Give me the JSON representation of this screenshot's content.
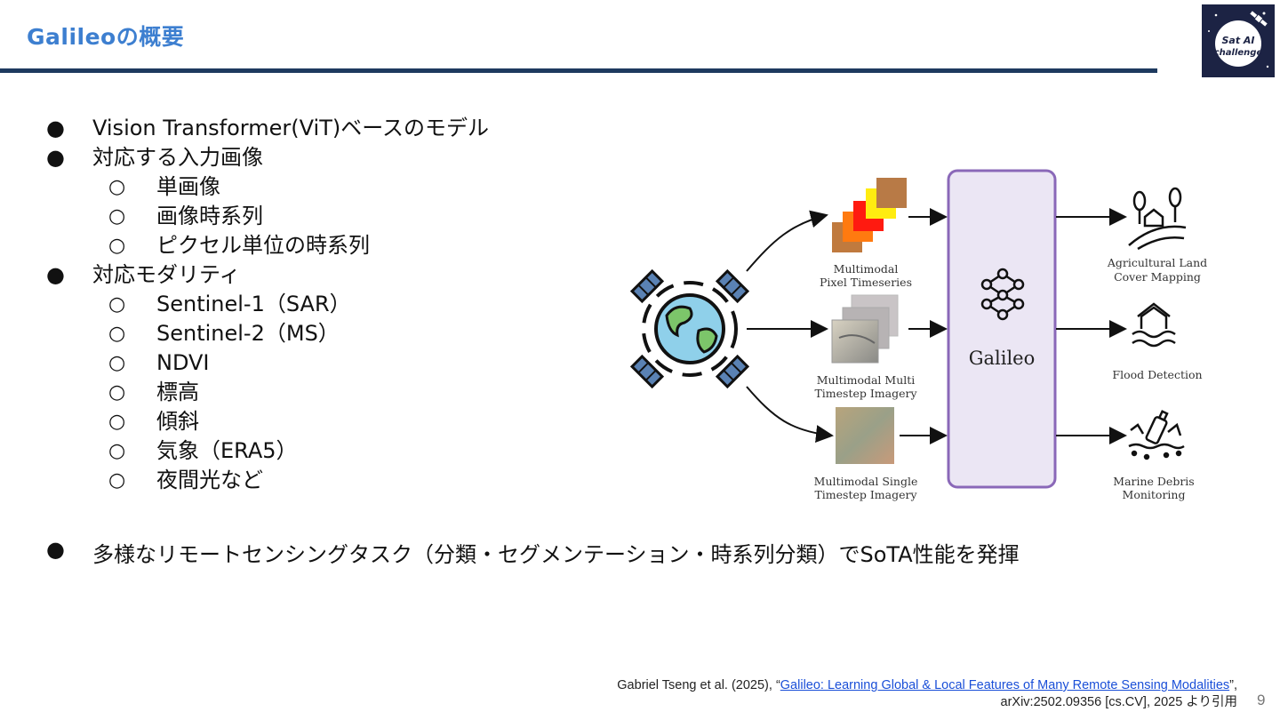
{
  "slide": {
    "title": "Galileoの概要",
    "page_number": "9"
  },
  "logo": {
    "text_line1": "Sat AI",
    "text_line2": "challenge"
  },
  "bullets": {
    "b1": "Vision Transformer(ViT)ベースのモデル",
    "b2": "対応する入力画像",
    "b2_sub": [
      "単画像",
      "画像時系列",
      "ピクセル単位の時系列"
    ],
    "b3": "対応モダリティ",
    "b3_sub": [
      "Sentinel-1（SAR）",
      "Sentinel-2（MS）",
      "NDVI",
      "標高",
      "傾斜",
      "気象（ERA5）",
      "夜間光など"
    ],
    "b4": "多様なリモートセンシングタスク（分類・セグメンテーション・時系列分類）でSoTA性能を発揮"
  },
  "markers": {
    "level1": "●",
    "level2": "○"
  },
  "figure": {
    "inputs": [
      {
        "line1": "Multimodal",
        "line2": "Pixel Timeseries"
      },
      {
        "line1": "Multimodal Multi",
        "line2": "Timestep Imagery"
      },
      {
        "line1": "Multimodal Single",
        "line2": "Timestep Imagery"
      }
    ],
    "model_label": "Galileo",
    "outputs": [
      {
        "line1": "Agricultural Land",
        "line2": "Cover Mapping"
      },
      {
        "line1": "Flood Detection",
        "line2": ""
      },
      {
        "line1": "Marine Debris",
        "line2": "Monitoring"
      }
    ],
    "colors": {
      "model_box_fill": "#ebe6f4",
      "model_box_stroke": "#8a68b8"
    }
  },
  "citation": {
    "prefix": "Gabriel Tseng et al. (2025), “",
    "link_text": "Galileo: Learning Global & Local Features of Many Remote Sensing Modalities",
    "suffix": "”,",
    "line2": "arXiv:2502.09356 [cs.CV], 2025 より引用"
  }
}
